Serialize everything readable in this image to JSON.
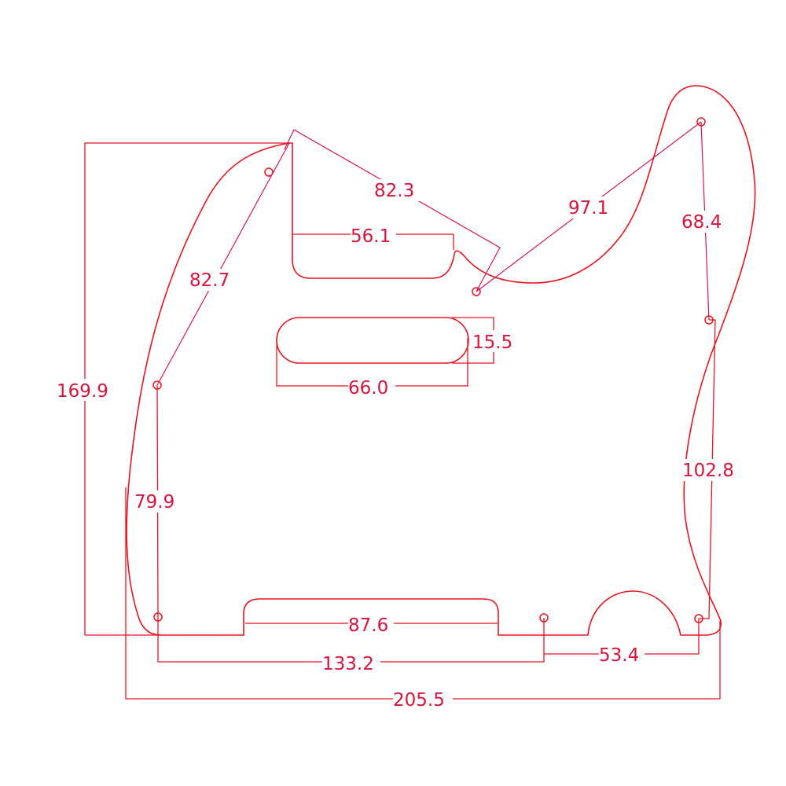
{
  "drawing": {
    "subject": "Telecaster-style pickguard outline",
    "line_color": "#e8141e",
    "label_color": "#d8143c",
    "background": "#ffffff"
  },
  "dimensions": {
    "overall_width": "205.5",
    "overall_height": "169.9",
    "neck_pickup_slot_width": "56.1",
    "neck_diag_top": "82.3",
    "horn_diag": "97.1",
    "horn_vertical": "68.4",
    "left_upper_diag": "82.7",
    "left_vertical": "79.9",
    "bridge_pickup_width": "66.0",
    "bridge_pickup_height": "15.5",
    "bottom_slot_width": "87.6",
    "bottom_holes_span": "133.2",
    "bottom_right_span": "53.4",
    "right_vertical": "102.8"
  }
}
